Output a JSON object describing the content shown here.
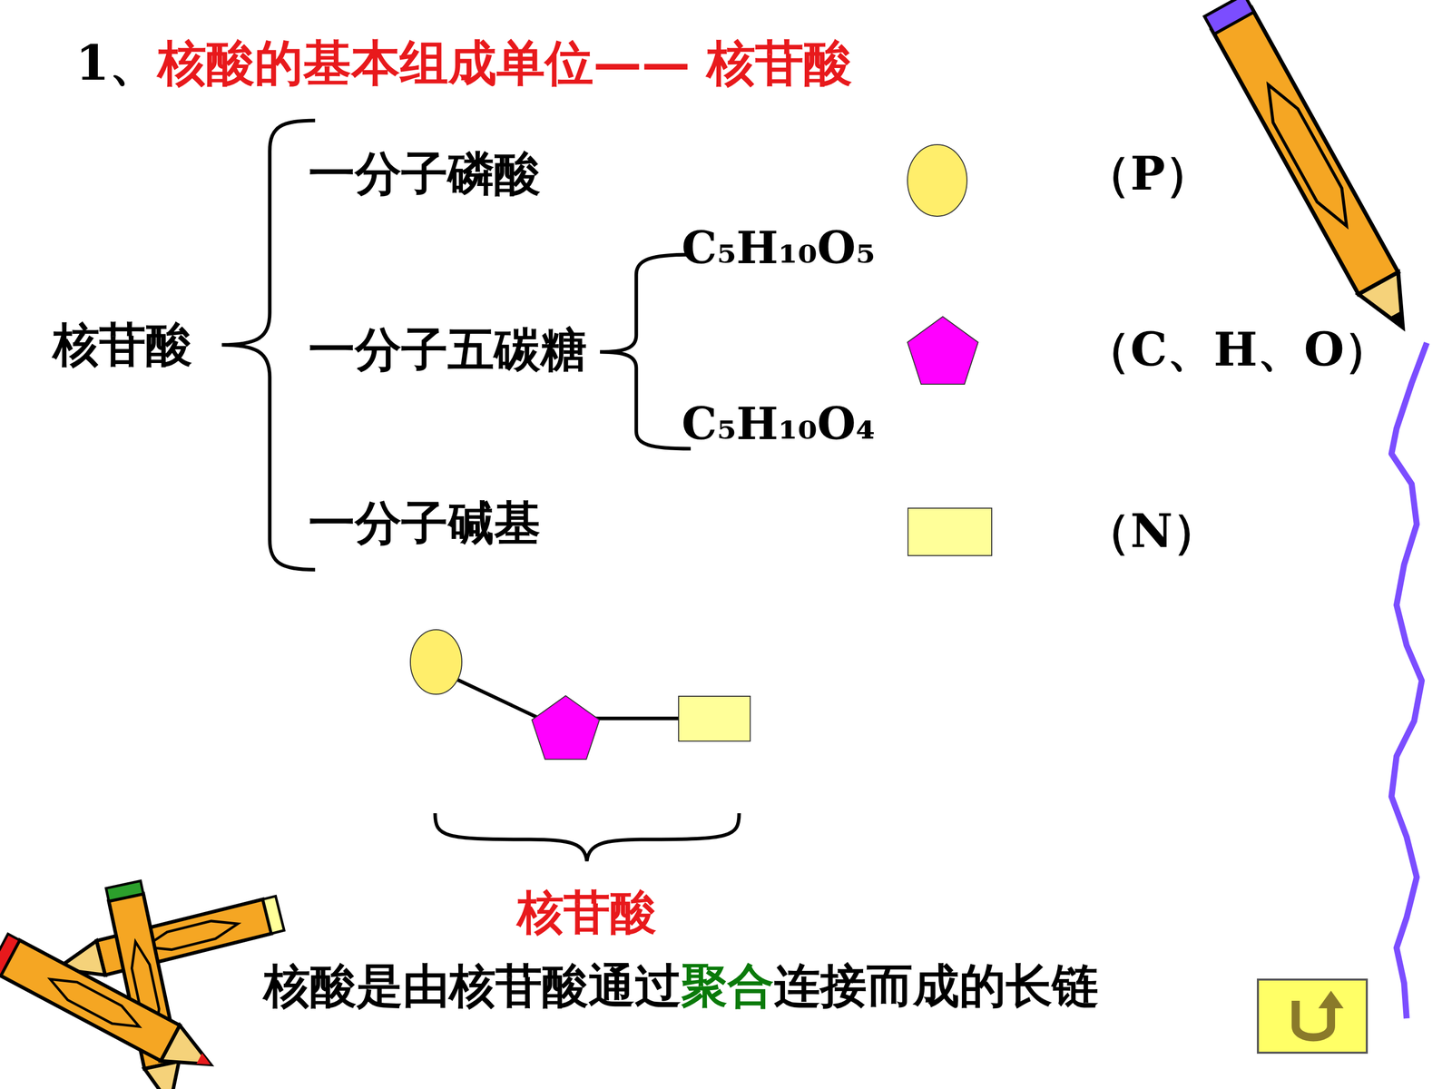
{
  "diagram": {
    "title": "核酸的基本组成单位—— 核苷酸",
    "labels": [
      "1、",
      "核苷酸",
      "一分子磷酸",
      "C₅H₁₀O₅",
      "一分子五碳糖",
      "C₅H₁₀O₄",
      "一分子碱基",
      "核苷酸",
      "核酸是由核苷酸通过",
      "聚合",
      "连接而成的长链"
    ],
    "legend": [
      {
        "text": "（P）",
        "color": "#ffee6b"
      },
      {
        "text": "（C、H、O）",
        "color": "#ff00ff"
      },
      {
        "text": "（N）",
        "color": "#ffff99"
      }
    ]
  }
}
